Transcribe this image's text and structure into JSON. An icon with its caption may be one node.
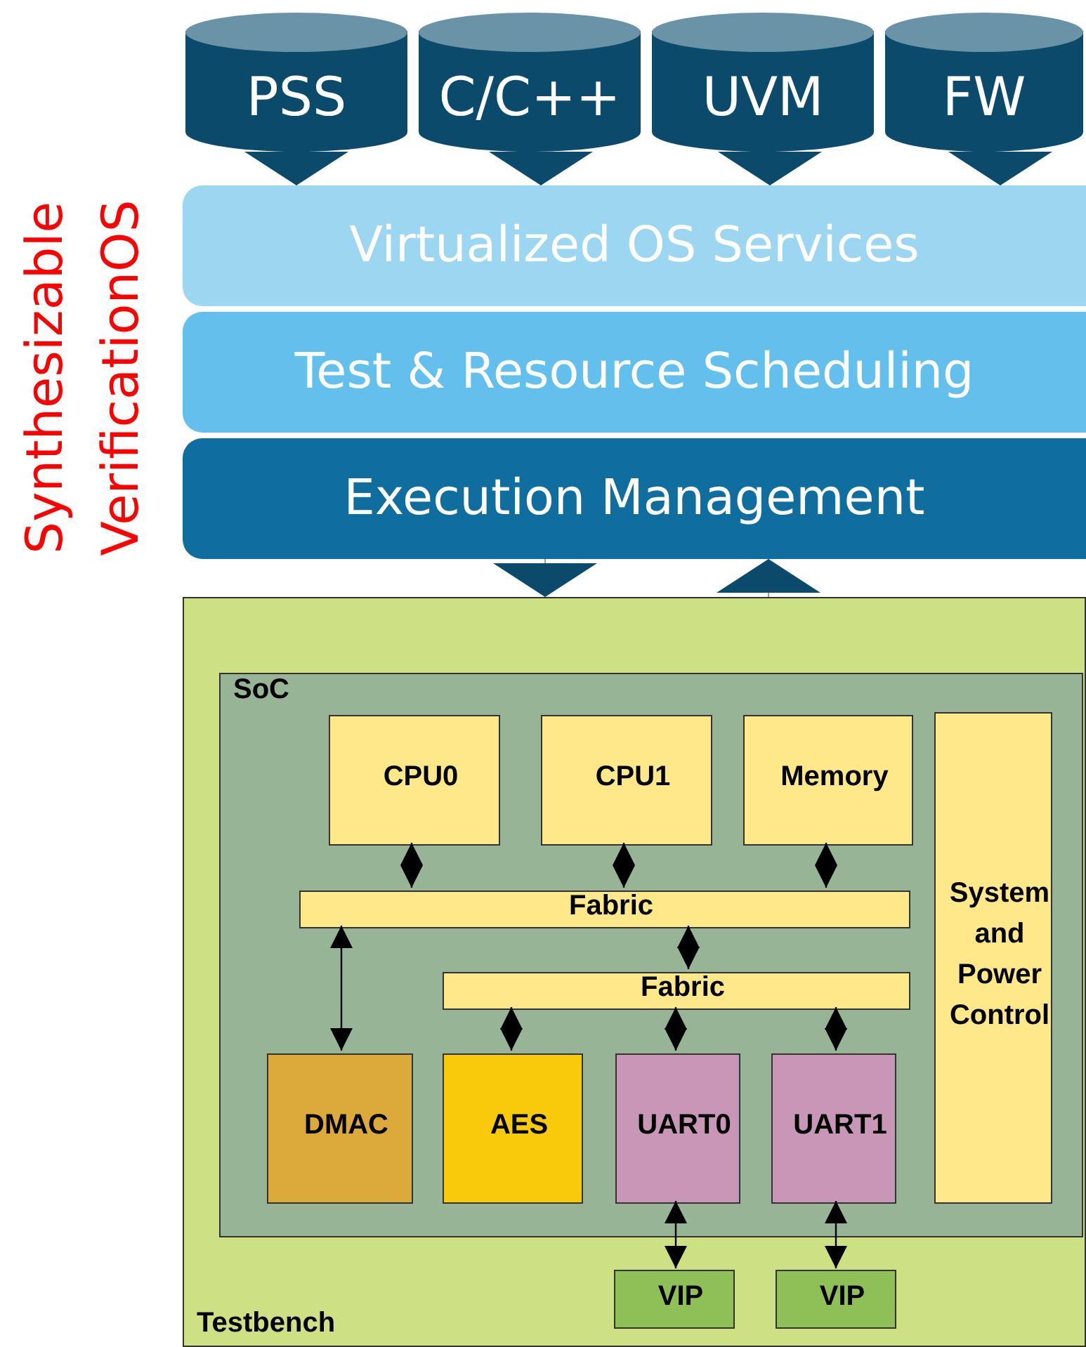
{
  "diagram": {
    "nodes": [
      {
        "text": [
          "PSS"
        ]
      },
      {
        "text": [
          "C/C++"
        ]
      },
      {
        "text": [
          "UVM"
        ]
      },
      {
        "text": [
          "FW"
        ]
      },
      {
        "text": [
          "Virtualized OS Services"
        ]
      },
      {
        "text": [
          "Test & Resource Scheduling"
        ]
      },
      {
        "text": [
          "Execution Management"
        ]
      },
      {
        "text": [
          "Testbench"
        ]
      },
      {
        "text": [
          "SoC"
        ],
        "in": 7
      },
      {
        "text": [
          "CPU0"
        ],
        "in": 8
      },
      {
        "text": [
          "CPU1"
        ],
        "in": 8
      },
      {
        "text": [
          "Memory"
        ],
        "in": 8
      },
      {
        "text": [
          "System and Power Control"
        ],
        "in": 8
      },
      {
        "text": [
          "Fabric"
        ],
        "in": 8
      },
      {
        "text": [
          "Fabric"
        ],
        "in": 8
      },
      {
        "text": [
          "DMAC"
        ],
        "in": 8
      },
      {
        "text": [
          "AES"
        ],
        "in": 8
      },
      {
        "text": [
          "UART0"
        ],
        "in": 8
      },
      {
        "text": [
          "UART1"
        ],
        "in": 8
      },
      {
        "text": [
          "VIP"
        ],
        "in": 7
      },
      {
        "text": [
          "VIP"
        ],
        "in": 7
      }
    ],
    "edges": [
      {
        "from": 0,
        "to": 4,
        "arrow": "to",
        "color": "#0b4a6b"
      },
      {
        "from": 1,
        "to": 4,
        "arrow": "to",
        "color": "#0b4a6b"
      },
      {
        "from": 2,
        "to": 4,
        "arrow": "to",
        "color": "#0b4a6b"
      },
      {
        "from": 3,
        "to": 4,
        "arrow": "to",
        "color": "#0b4a6b"
      },
      {
        "from": 6,
        "to": 7,
        "arrow": "to",
        "color": "#0b4a6b"
      },
      {
        "from": 7,
        "to": 6,
        "arrow": "to",
        "color": "#0b4a6b"
      },
      {
        "from": 9,
        "to": 13,
        "arrow": "both"
      },
      {
        "from": 10,
        "to": 13,
        "arrow": "both"
      },
      {
        "from": 11,
        "to": 13,
        "arrow": "both"
      },
      {
        "from": 13,
        "to": 14,
        "arrow": "both"
      },
      {
        "from": 13,
        "to": 15,
        "arrow": "both"
      },
      {
        "from": 14,
        "to": 16,
        "arrow": "both"
      },
      {
        "from": 14,
        "to": 17,
        "arrow": "both"
      },
      {
        "from": 14,
        "to": 18,
        "arrow": "both"
      },
      {
        "from": 17,
        "to": 19,
        "arrow": "both"
      },
      {
        "from": 18,
        "to": 20,
        "arrow": "both"
      }
    ],
    "labels": [
      "Synthesizable VerificationOS"
    ]
  }
}
